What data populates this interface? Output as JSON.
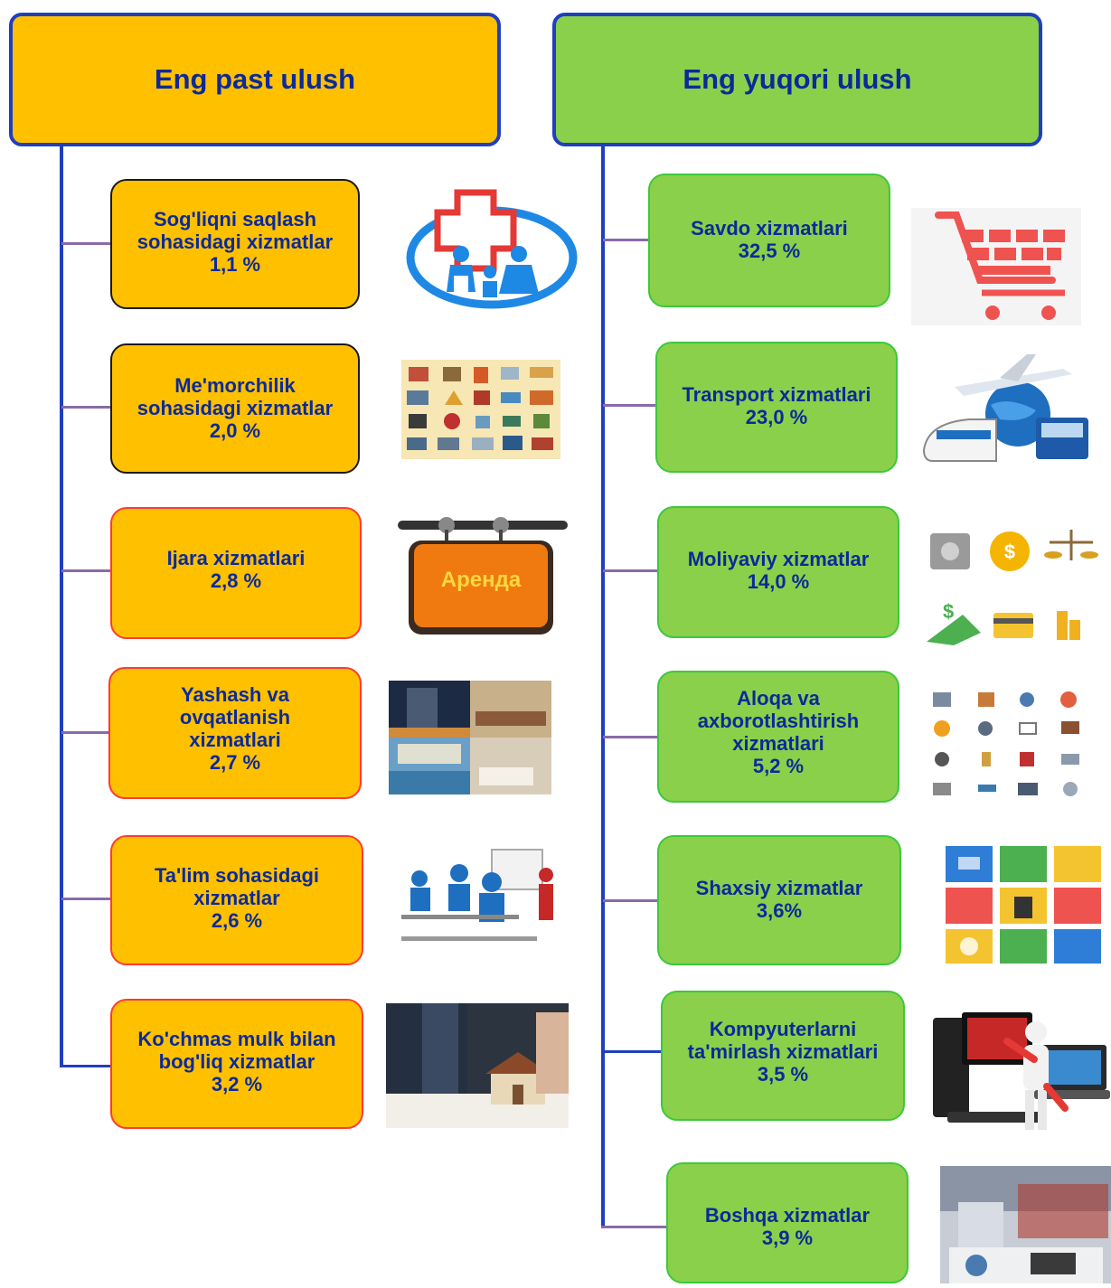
{
  "left": {
    "title": "Eng past ulush",
    "items": [
      {
        "lines": [
          "Sog'liqni saqlash",
          "sohasidagi xizmatlar",
          "1,1 %"
        ],
        "icon": "healthcare-family-icon"
      },
      {
        "lines": [
          "Me'morchilik",
          "sohasidagi xizmatlar",
          "2,0 %"
        ],
        "icon": "architecture-icons"
      },
      {
        "lines": [
          "Ijara xizmatlari",
          "2,8 %"
        ],
        "icon": "rent-sign-icon"
      },
      {
        "lines": [
          "Yashash va",
          "ovqatlanish",
          "xizmatlari",
          "2,7 %"
        ],
        "icon": "hotel-photos"
      },
      {
        "lines": [
          "Ta'lim sohasidagi",
          "xizmatlar",
          "2,6 %"
        ],
        "icon": "classroom-icon"
      },
      {
        "lines": [
          "Ko'chmas mulk bilan",
          "bog'liq xizmatlar",
          "3,2 %"
        ],
        "icon": "real-estate-photo"
      }
    ]
  },
  "right": {
    "title": "Eng yuqori ulush",
    "items": [
      {
        "lines": [
          "Savdo xizmatlari",
          "32,5 %"
        ],
        "icon": "shopping-cart-icon"
      },
      {
        "lines": [
          "Transport xizmatlari",
          "23,0 %"
        ],
        "icon": "transport-icon"
      },
      {
        "lines": [
          "Moliyaviy xizmatlar",
          "14,0 %"
        ],
        "icon": "finance-icons"
      },
      {
        "lines": [
          "Aloqa va",
          "axborotlashtirish",
          "xizmatlari",
          "5,2 %"
        ],
        "icon": "communication-icons"
      },
      {
        "lines": [
          "Shaxsiy xizmatlar",
          "3,6%"
        ],
        "icon": "personal-services-icons"
      },
      {
        "lines": [
          "Kompyuterlarni",
          "ta'mirlash xizmatlari",
          "3,5 %"
        ],
        "icon": "computer-repair-icon"
      },
      {
        "lines": [
          "Boshqa xizmatlar",
          "3,9 %"
        ],
        "icon": "office-work-photo"
      }
    ]
  },
  "images": {
    "rent_sign_text": "Аренда"
  },
  "colors": {
    "left_header": "#ffc000",
    "right_header": "#8ad04a",
    "connector_vertical": "#1f3fbf",
    "connector_branch": "#8a6aa8",
    "text": "#0b2a9a"
  }
}
